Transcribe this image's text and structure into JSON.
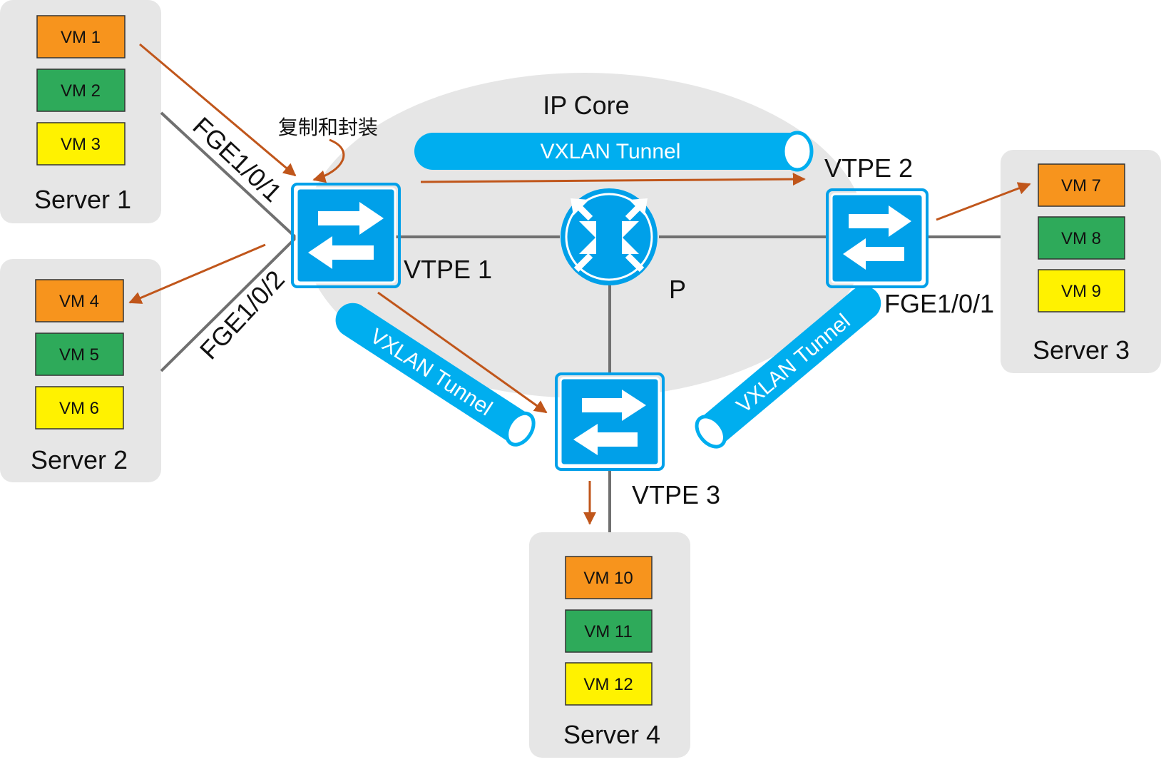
{
  "ip_core": {
    "label": "IP Core"
  },
  "tunnels": [
    {
      "id": "top",
      "label": "VXLAN Tunnel"
    },
    {
      "id": "left",
      "label": "VXLAN Tunnel"
    },
    {
      "id": "right",
      "label": "VXLAN Tunnel"
    }
  ],
  "devices": {
    "vtpe1": "VTPE 1",
    "vtpe2": "VTPE 2",
    "vtpe3": "VTPE 3",
    "p_router": "P"
  },
  "ports": {
    "vtpe1_port1": "FGE1/0/1",
    "vtpe1_port2": "FGE1/0/2",
    "vtpe2_port1": "FGE1/0/1"
  },
  "annotation": "复制和封装",
  "servers": [
    {
      "name": "Server 1",
      "vms": [
        "VM 1",
        "VM 2",
        "VM 3"
      ]
    },
    {
      "name": "Server 2",
      "vms": [
        "VM 4",
        "VM 5",
        "VM 6"
      ]
    },
    {
      "name": "Server 3",
      "vms": [
        "VM 7",
        "VM 8",
        "VM 9"
      ]
    },
    {
      "name": "Server 4",
      "vms": [
        "VM 10",
        "VM 11",
        "VM 12"
      ]
    }
  ],
  "colors": {
    "vm_orange": "#f7941d",
    "vm_green": "#2eaa5a",
    "vm_yellow": "#fff200",
    "device_blue": "#00a0e9",
    "tunnel_blue": "#00aeef",
    "arrow_orange": "#c0561b",
    "server_bg": "#e6e6e6",
    "cloud_bg": "#e6e6e6",
    "link_gray": "#707070"
  }
}
